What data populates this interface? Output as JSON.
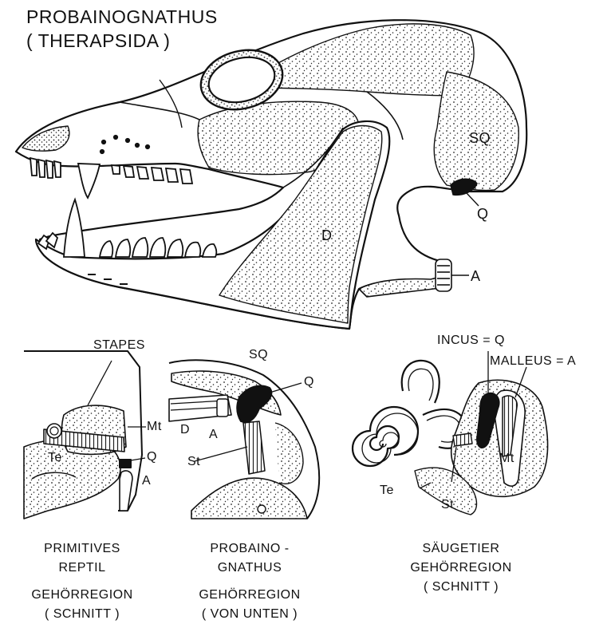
{
  "title": {
    "line1": "PROBAINOGNATHUS",
    "line2": "( THERAPSIDA )"
  },
  "skull_labels": {
    "sq": "SQ",
    "q": "Q",
    "d": "D",
    "a": "A"
  },
  "panel_reptile": {
    "stapes": "STAPES",
    "mt": "Mt",
    "te": "Te",
    "q": "Q",
    "a": "A",
    "caption": [
      "PRIMITIVES",
      "REPTIL",
      "GEHÖRREGION",
      "( SCHNITT )"
    ]
  },
  "panel_probainognathus": {
    "sq": "SQ",
    "q": "Q",
    "d": "D",
    "a": "A",
    "st": "St",
    "caption": [
      "PROBAINO -",
      "GNATHUS",
      "GEHÖRREGION",
      "( VON UNTEN )"
    ]
  },
  "panel_mammal": {
    "incus": "INCUS = Q",
    "malleus": "MALLEUS = A",
    "mt": "Mt",
    "te": "Te",
    "st": "St",
    "caption": [
      "SÄUGETIER",
      "GEHÖRREGION",
      "( SCHNITT )"
    ]
  }
}
